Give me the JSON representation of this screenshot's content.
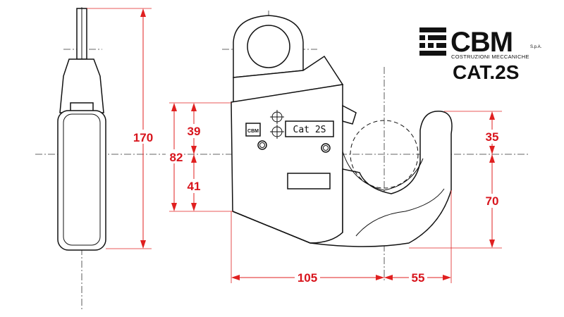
{
  "brand": {
    "name": "CBM",
    "suffix": "S.p.A.",
    "tagline": "COSTRUZIONI MECCANICHE",
    "model": "CAT.2S"
  },
  "plate": {
    "label": "Cat 2S",
    "logo": "CBM"
  },
  "dimensions": {
    "overall_height": "170",
    "body_height": "82",
    "upper_body": "39",
    "lower_body": "41",
    "hook_upper": "35",
    "hook_lower": "70",
    "body_width": "105",
    "hook_width": "55"
  },
  "colors": {
    "dimension": "#d8141c",
    "outline": "#111111"
  }
}
